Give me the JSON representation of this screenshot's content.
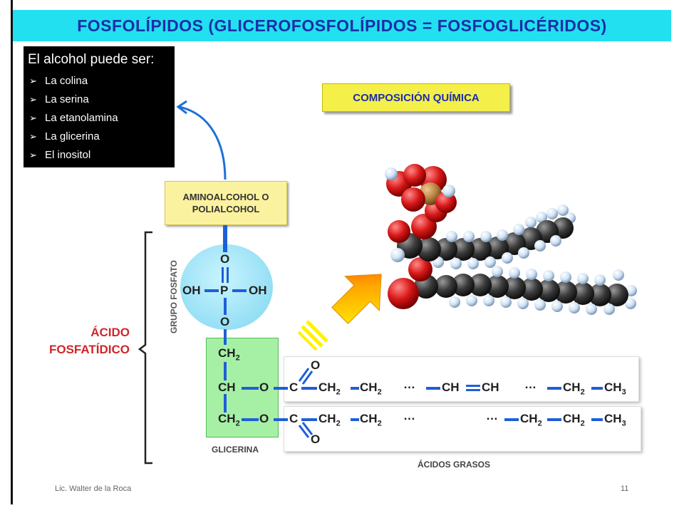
{
  "title": "FOSFOLÍPIDOS  (GLICEROFOSFOLÍPIDOS = FOSFOGLICÉRIDOS)",
  "alcohol_box": {
    "heading": "El alcohol puede ser:",
    "items": [
      "La colina",
      "La serina",
      "La etanolamina",
      "La glicerina",
      "El inositol"
    ]
  },
  "composicion_label": "COMPOSICIÓN QUÍMICA",
  "aminoalcohol": {
    "line1": "AMINOALCOHOL O",
    "line2": "POLIALCOHOL"
  },
  "acido_fosfatidico": {
    "line1": "ÁCIDO",
    "line2": "FOSFATÍDICO"
  },
  "grupo_fosfato_label": "GRUPO FOSFATO",
  "glicerina_label": "GLICERINA",
  "acidos_grasos_label": "ÁCIDOS GRASOS",
  "phosphate": {
    "o_top": "O",
    "oh_left": "OH",
    "p": "P",
    "oh_right": "OH",
    "o_bottom": "O"
  },
  "glycerol": {
    "c1": "CH",
    "c2": "CH",
    "c3": "CH",
    "sub2": "2"
  },
  "chain1": {
    "o": "O",
    "c": "C",
    "o_up": "O",
    "ch": "CH",
    "sub": "2",
    "sub3": "3",
    "dots": "…",
    "ch_eq": "CH"
  },
  "chain2": {
    "o": "O",
    "c": "C",
    "o_down": "O",
    "ch": "CH",
    "sub": "2",
    "sub3": "3",
    "dots": "…"
  },
  "footer": {
    "author": "Lic. Walter de la Roca",
    "page": "11"
  },
  "colors": {
    "title_bg": "#22e0f0",
    "title_text": "#1c2fa8",
    "bond_blue": "#1e5fd8",
    "acido_red": "#d0252a",
    "glycerol_green": "#a6f0a6",
    "phosphate_blue": "#7fd6f0",
    "yellow_box": "#f5ef4a"
  }
}
